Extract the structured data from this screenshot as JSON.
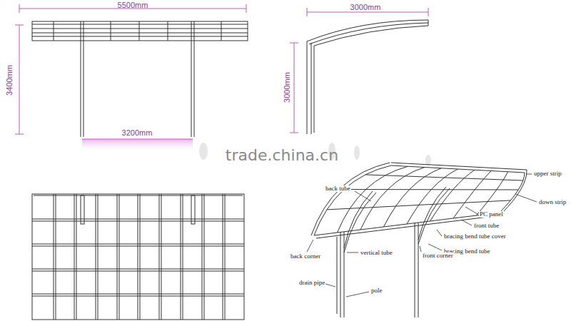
{
  "diagram": {
    "labels": [
      "5500mm",
      "3400mm",
      "3200mm",
      "3000mm",
      "3000mm",
      "trade.china.cn",
      "upper strip",
      "down strip",
      "back tube",
      "PC panel",
      "front tube",
      "bracing bend tube cover",
      "bracing bend tube",
      "back corner",
      "vertical tube",
      "front corner",
      "drain pipe",
      "pole"
    ]
  }
}
